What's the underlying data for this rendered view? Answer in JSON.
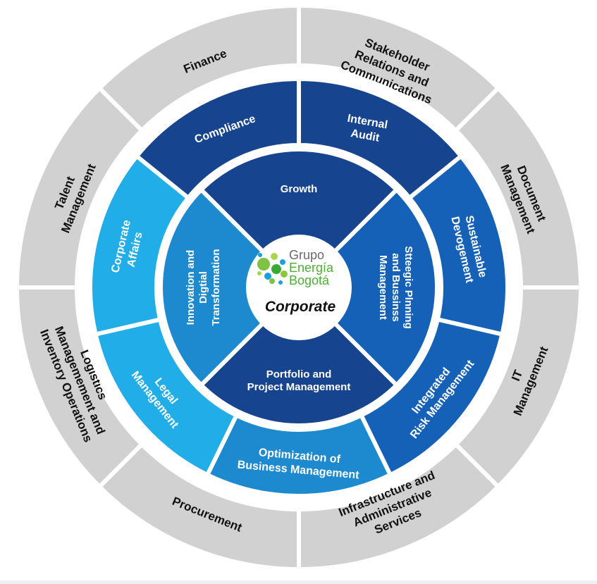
{
  "colors": {
    "outer_ring": "#d1d1d1",
    "navy": "#17448f",
    "royal": "#1561b8",
    "sky": "#21aee8",
    "medium": "#1d8ad0",
    "logo_text_gray": "#6b6b6b",
    "logo_text_green": "#4caf32"
  },
  "outer_ring": [
    {
      "id": "finance",
      "label": "Finance"
    },
    {
      "id": "stakeholder",
      "label": "Stakeholder Relations and Communications"
    },
    {
      "id": "document",
      "label": "Document Management"
    },
    {
      "id": "it",
      "label": "IT Management"
    },
    {
      "id": "infrastructure",
      "label": "Infrastructure and Administrative Services"
    },
    {
      "id": "procurement",
      "label": "Procurement"
    },
    {
      "id": "logistics",
      "label": "Logistics Managemement and Inventory Operations"
    },
    {
      "id": "talent",
      "label": "Talent Management"
    }
  ],
  "middle_ring": [
    {
      "id": "compliance",
      "label": "Compliance"
    },
    {
      "id": "internal-audit",
      "label": "Internal Audit"
    },
    {
      "id": "sustainable",
      "label": "Sustainable Devogement"
    },
    {
      "id": "risk",
      "label": "Integrated Risk Management"
    },
    {
      "id": "optimization",
      "label": "Optimization of Business Management"
    },
    {
      "id": "legal",
      "label": "Legal Management"
    },
    {
      "id": "corporate-affairs",
      "label": "Corporate Affairs"
    }
  ],
  "inner_ring": [
    {
      "id": "growth",
      "label": "Growth"
    },
    {
      "id": "strategic-planning",
      "label": "Stteegic Plnning and Bussinss Management"
    },
    {
      "id": "portfolio",
      "label": "Portfolio and Project Management"
    },
    {
      "id": "innovation",
      "label": "Innovation and Digtial Transformation"
    }
  ],
  "center": {
    "logo_line1": "Grupo",
    "logo_line2": "Energía",
    "logo_line3": "Bogotá",
    "title": "Corporate"
  }
}
